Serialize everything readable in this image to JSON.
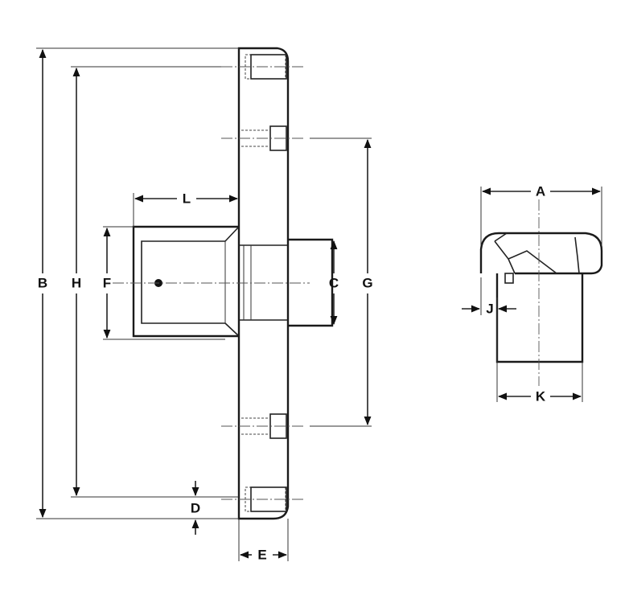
{
  "labels": {
    "A": "A",
    "B": "B",
    "C": "C",
    "D": "D",
    "E": "E",
    "F": "F",
    "G": "G",
    "H": "H",
    "J": "J",
    "K": "K",
    "L": "L"
  },
  "colors": {
    "line": "#1a1a1a",
    "background": "#ffffff"
  }
}
